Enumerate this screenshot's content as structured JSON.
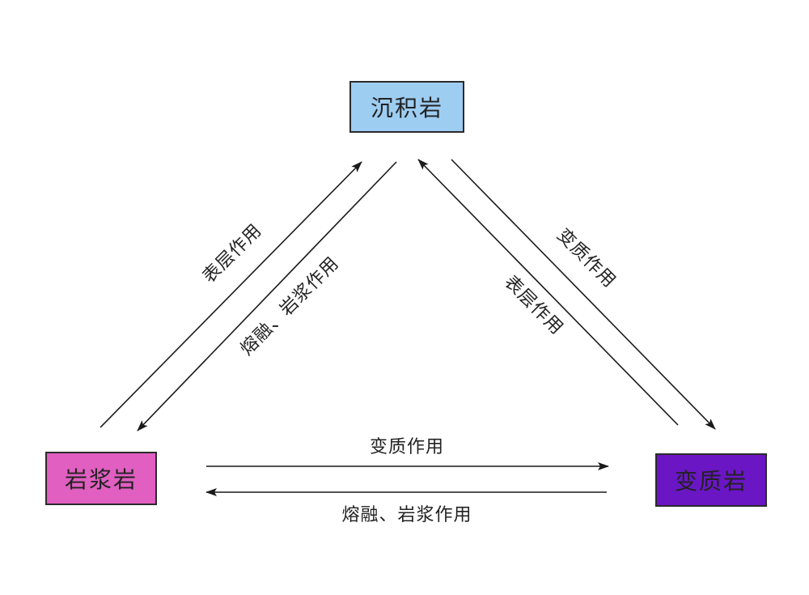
{
  "nodes": {
    "sedimentary": {
      "label": "沉积岩",
      "fill": "#9ecdf2"
    },
    "igneous": {
      "label": "岩浆岩",
      "fill": "#e05fc1"
    },
    "metamorphic": {
      "label": "变质岩",
      "fill": "#6a16c4"
    }
  },
  "edges": {
    "ign_to_sed": {
      "label": "表层作用"
    },
    "sed_to_ign": {
      "label": "熔融、岩浆作用"
    },
    "met_to_sed": {
      "label": "表层作用"
    },
    "sed_to_met": {
      "label": "变质作用"
    },
    "ign_to_met": {
      "label": "变质作用"
    },
    "met_to_ign": {
      "label": "熔融、岩浆作用"
    }
  },
  "colors": {
    "line": "#1a1a1a"
  }
}
